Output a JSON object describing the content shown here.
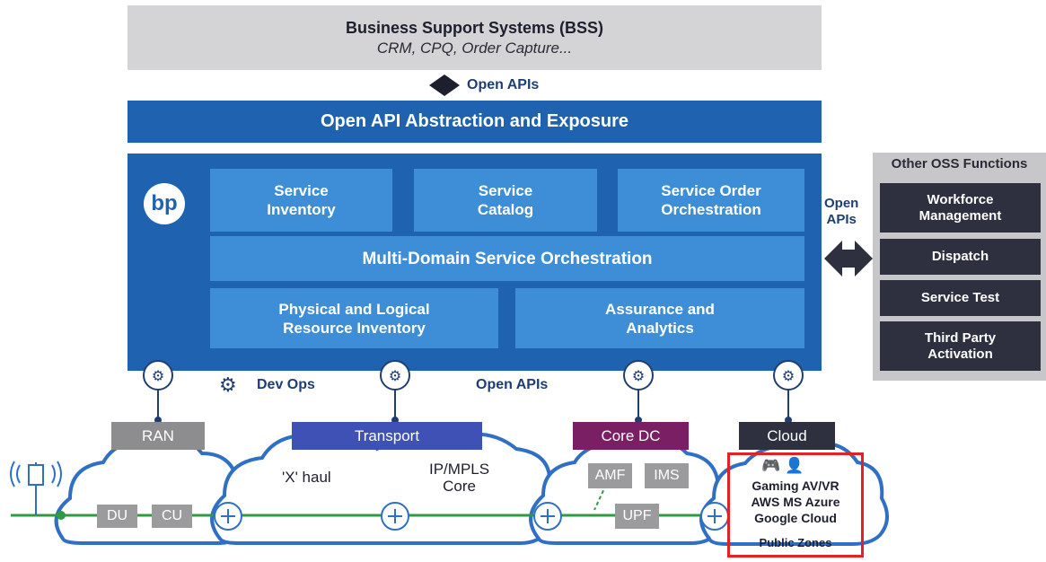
{
  "bss": {
    "title": "Business Support Systems (BSS)",
    "subtitle": "CRM, CPQ, Order Capture..."
  },
  "open_apis_top": "Open APIs",
  "abstraction": "Open API Abstraction and Exposure",
  "logo": "bp",
  "modules": {
    "service_inventory": "Service\nInventory",
    "service_catalog": "Service\nCatalog",
    "service_order": "Service Order\nOrchestration",
    "mdso": "Multi-Domain Service Orchestration",
    "resource_inventory": "Physical and Logical\nResource Inventory",
    "assurance": "Assurance and\nAnalytics"
  },
  "open_apis_side": "Open\nAPIs",
  "oss": {
    "title": "Other OSS Functions",
    "items": [
      "Workforce\nManagement",
      "Dispatch",
      "Service Test",
      "Third Party\nActivation"
    ]
  },
  "dev_ops": "Dev Ops",
  "open_apis_bottom": "Open APIs",
  "domains": {
    "ran": "RAN",
    "transport": "Transport",
    "core_dc": "Core DC",
    "cloud": "Cloud"
  },
  "cloud_labels": {
    "x_haul": "'X' haul",
    "ip_mpls": "IP/MPLS\nCore"
  },
  "nodes": {
    "du": "DU",
    "cu": "CU",
    "amf": "AMF",
    "ims": "IMS",
    "upf": "UPF"
  },
  "public_zones": {
    "line1": "Gaming AV/VR",
    "line2": "AWS  MS Azure",
    "line3": "Google Cloud",
    "label": "Public Zones"
  },
  "colors": {
    "bss_bg": "#d4d4d6",
    "dark_blue": "#1f63b0",
    "light_blue": "#3d8ed6",
    "oss_dark": "#2e2f3f",
    "ran": "#8d8d90",
    "transport": "#3f51b5",
    "core_dc": "#7a1f63",
    "cloud": "#2e2f3f",
    "highlight": "#e41f26",
    "link_green": "#2f9b40"
  },
  "icons": [
    "gear-icon",
    "antenna-icon",
    "router-icon",
    "gamepad-icon",
    "vr-headset-icon"
  ]
}
